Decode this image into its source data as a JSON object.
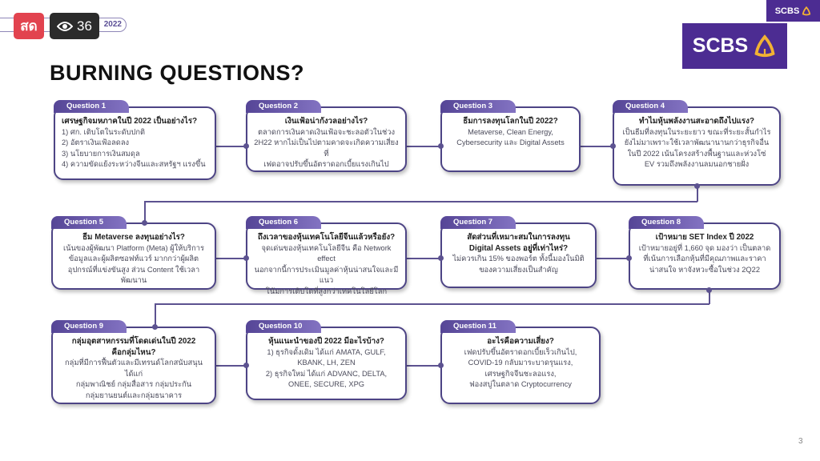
{
  "overlay": {
    "live_label": "สด",
    "view_count": "36",
    "header_pill_text": "2022"
  },
  "brand": {
    "logo_text": "SCBS"
  },
  "slide": {
    "title": "BURNING QUESTIONS?",
    "page_number": "3"
  },
  "questions": [
    {
      "label": "Question 1",
      "title": "เศรษฐกิจมหภาคในปี 2022 เป็นอย่างไร?",
      "lines": [
        "1) ศก. เติบโตในระดับปกติ",
        "2) อัตราเงินเฟ้อลดลง",
        "3) นโยบายการเงินสมดุล",
        "4) ความขัดแย้งระหว่างจีนและสหรัฐฯ แรงขึ้น"
      ]
    },
    {
      "label": "Question 2",
      "title": "เงินเฟ้อน่ากังวลอย่างไร?",
      "lines": [
        "ตลาดการเงินคาดเงินเฟ้อจะชะลอตัวในช่วง",
        "2H22 หากไม่เป็นไปตามคาดจะเกิดความเสี่ยงที่",
        "เฟดอาจปรับขึ้นอัตราดอกเบี้ยแรงเกินไป"
      ]
    },
    {
      "label": "Question 3",
      "title": "ธีมการลงทุนโลกในปี 2022?",
      "lines": [
        "Metaverse, Clean Energy,",
        "Cybersecurity และ Digital Assets"
      ]
    },
    {
      "label": "Question 4",
      "title": "ทำไมหุ้นพลังงานสะอาดถึงไปแรง?",
      "lines": [
        "เป็นธีมที่ลงทุนในระยะยาว ขณะที่ระยะสั้นกำไร",
        "ยังไม่มาเพราะใช้เวลาพัฒนานานกว่าธุรกิจอื่น",
        "ในปี 2022 เน้นโครงสร้างพื้นฐานและห่วงโซ่",
        "EV รวมถึงพลังงานลมนอกชายฝั่ง"
      ]
    },
    {
      "label": "Question 5",
      "title": "ธีม Metaverse ลงทุนอย่างไร?",
      "lines": [
        "เน้นของผู้พัฒนา Platform (Meta) ผู้ให้บริการ",
        "ข้อมูลและผู้ผลิตซอฟท์แวร์ มากกว่าผู้ผลิต",
        "อุปกรณ์ที่แข่งขันสูง ส่วน Content ใช้เวลาพัฒนาน"
      ]
    },
    {
      "label": "Question 6",
      "title": "ถึงเวลาของหุ้นเทคโนโลยีจีนแล้วหรือยัง?",
      "lines": [
        "จุดเด่นของหุ้นเทคโนโลยีจีน คือ Network effect",
        "นอกจากนี้การประเมินมูลค่าหุ้นน่าสนใจและมีแนว",
        "โน้มการเติบโตที่สูงกว่าเทคโนโลยีโลก"
      ]
    },
    {
      "label": "Question 7",
      "title": "สัดส่วนที่เหมาะสมในการลงทุน",
      "title2": "Digital Assets อยู่ที่เท่าไหร่?",
      "lines": [
        "ไม่ควรเกิน 15% ของพอร์ต ทั้งนี้มองในมิติ",
        "ของความเสี่ยงเป็นสำคัญ"
      ]
    },
    {
      "label": "Question 8",
      "title": "เป้าหมาย SET Index  ปี 2022",
      "lines": [
        "เป้าหมายอยู่ที่ 1,660 จุด มองว่า เป็นตลาด",
        "ที่เน้นการเลือกหุ้นที่มีคุณภาพและราคา",
        "น่าสนใจ หาจังหวะซื้อในช่วง 2Q22"
      ]
    },
    {
      "label": "Question 9",
      "title": "กลุ่มอุตสาหกรรมที่โดดเด่นในปี 2022",
      "title2": "คือกลุ่มไหน?",
      "lines": [
        "กลุ่มที่มีการฟื้นตัวและมีเทรนด์โลกสนับสนุนได้แก่",
        "กลุ่มพาณิชย์ กลุ่มสื่อสาร กลุ่มประกัน",
        "กลุ่มยานยนต์และกลุ่มธนาคาร"
      ]
    },
    {
      "label": "Question 10",
      "title": "หุ้นแนะนำของปี 2022 มีอะไรบ้าง?",
      "lines": [
        "1) ธุรกิจดั้งเดิม ได้แก่  AMATA, GULF,",
        "KBANK, LH, ZEN",
        "2) ธุรกิจใหม่ ได้แก่ ADVANC, DELTA,",
        "ONEE, SECURE, XPG"
      ]
    },
    {
      "label": "Question 11",
      "title": "อะไรคือความเสี่ยง?",
      "lines": [
        "เฟดปรับขึ้นอัตราดอกเบี้ยเร็วเกินไป,",
        "COVID-19 กลับมาระบาดรุนแรง,",
        "เศรษฐกิจจีนชะลอแรง,",
        "ฟองสบู่ในตลาด Cryptocurrency"
      ]
    }
  ]
}
